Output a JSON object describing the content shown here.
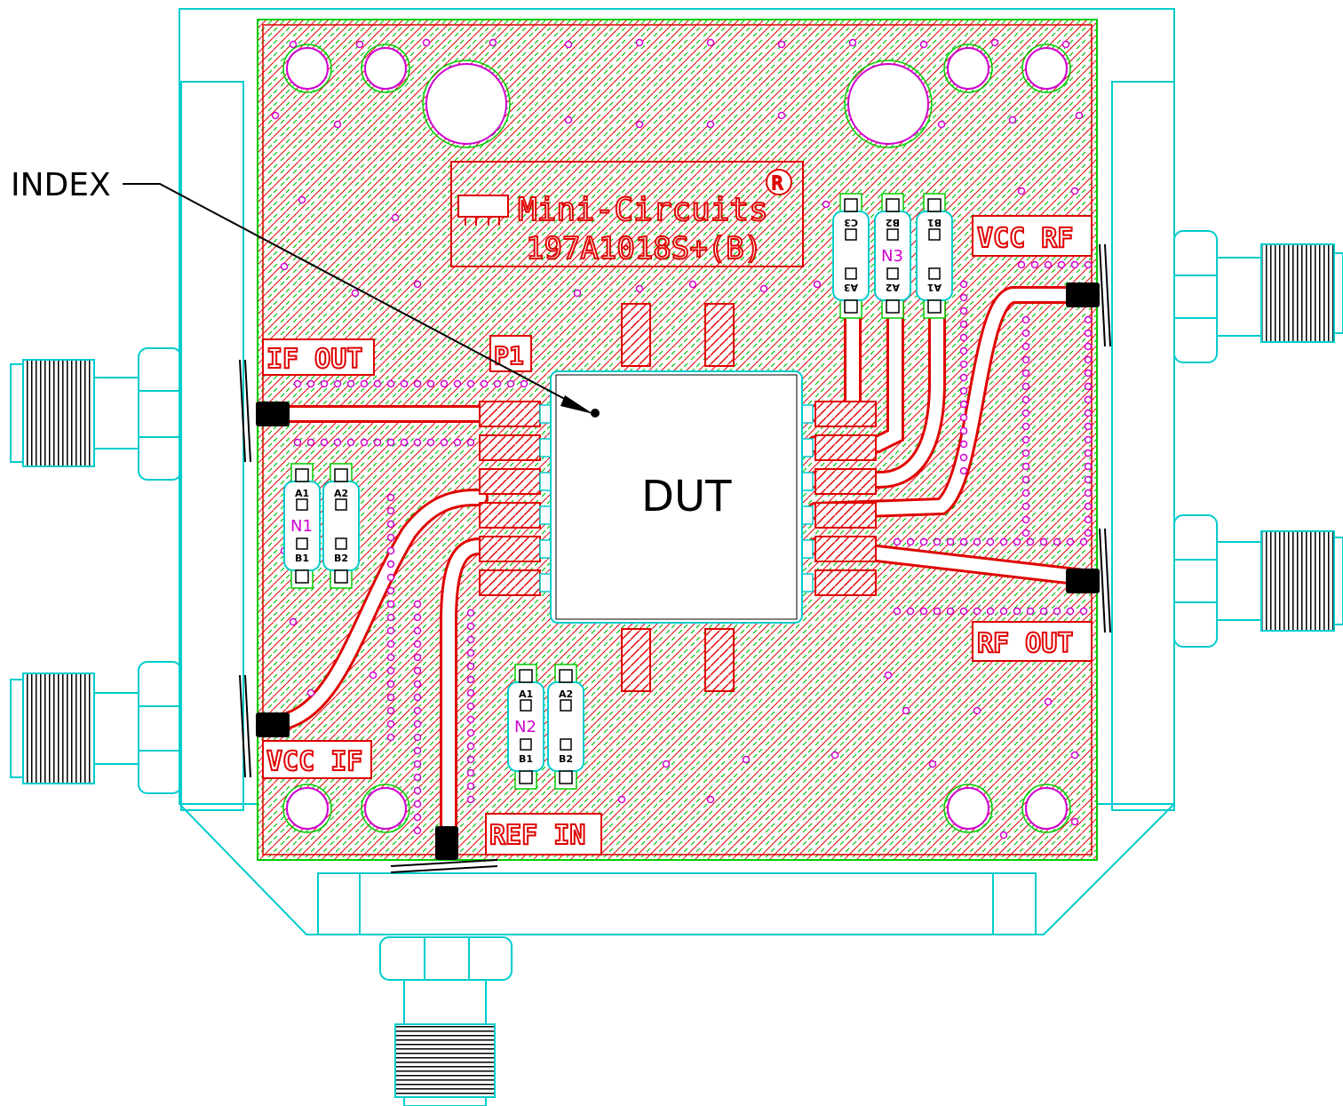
{
  "annotations": {
    "index_label": "INDEX",
    "dut_label": "DUT"
  },
  "board": {
    "logo_text": "Mini-Circuits",
    "registered_mark": "R",
    "part_number": "197A1018S+(B)",
    "pin1_label": "P1"
  },
  "ports": {
    "if_out": "IF OUT",
    "vcc_if": "VCC IF",
    "vcc_rf": "VCC RF",
    "rf_out": "RF OUT",
    "ref_in": "REF IN"
  },
  "networks": [
    {
      "name": "N1",
      "pads": [
        "A1",
        "A2",
        "B1",
        "B2"
      ]
    },
    {
      "name": "N2",
      "pads": [
        "A1",
        "A2",
        "B1",
        "B2"
      ]
    },
    {
      "name": "N3",
      "pads": [
        "C3",
        "B2",
        "B1",
        "A3",
        "A2",
        "A1"
      ]
    }
  ],
  "colors": {
    "outline": "#00cccc",
    "copper": "#e00000",
    "silk": "#00d000",
    "vias": "#d000d0",
    "annotation": "#000000"
  }
}
